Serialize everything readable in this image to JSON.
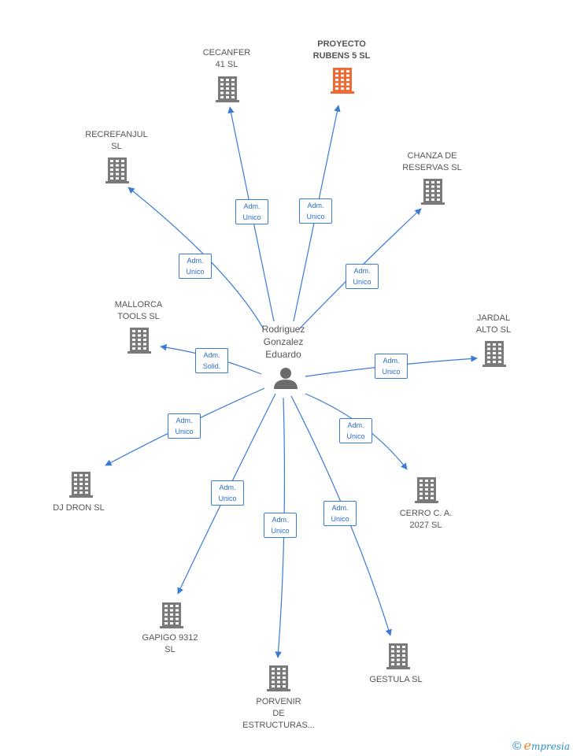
{
  "person": {
    "name": "Rodriguez\nGonzalez\nEduardo"
  },
  "companies": [
    {
      "id": "proyecto",
      "name": "PROYECTO\nRUBENS 5  SL",
      "role": "Adm.\nUnico",
      "highlight": true
    },
    {
      "id": "cecanfer",
      "name": "CECANFER\n41  SL",
      "role": "Adm.\nUnico",
      "highlight": false
    },
    {
      "id": "recrefanjul",
      "name": "RECREFANJUL\nSL",
      "role": "Adm.\nUnico",
      "highlight": false
    },
    {
      "id": "chanza",
      "name": "CHANZA DE\nRESERVAS  SL",
      "role": "Adm.\nUnico",
      "highlight": false
    },
    {
      "id": "mallorca",
      "name": "MALLORCA\nTOOLS  SL",
      "role": "Adm.\nSolid.",
      "highlight": false
    },
    {
      "id": "jardal",
      "name": "JARDAL\nALTO SL",
      "role": "Adm.\nUnico",
      "highlight": false
    },
    {
      "id": "djdron",
      "name": "DJ DRON  SL",
      "role": "Adm.\nUnico",
      "highlight": false
    },
    {
      "id": "cerro",
      "name": "CERRO C. A.\n2027  SL",
      "role": "Adm.\nUnico",
      "highlight": false
    },
    {
      "id": "gapigo",
      "name": "GAPIGO 9312\nSL",
      "role": "Adm.\nUnico",
      "highlight": false
    },
    {
      "id": "porvenir",
      "name": "PORVENIR\nDE\nESTRUCTURAS...",
      "role": "Adm.\nUnico",
      "highlight": false
    },
    {
      "id": "gestula",
      "name": "GESTULA  SL",
      "role": "Adm.\nUnico",
      "highlight": false
    }
  ],
  "footer": {
    "copyright": "©",
    "brand_initial": "e",
    "brand_rest": "mpresia"
  },
  "colors": {
    "edge": "#3a7bd5",
    "building": "#7a7a7a",
    "highlight": "#f06a35",
    "person": "#6b6b6b"
  }
}
